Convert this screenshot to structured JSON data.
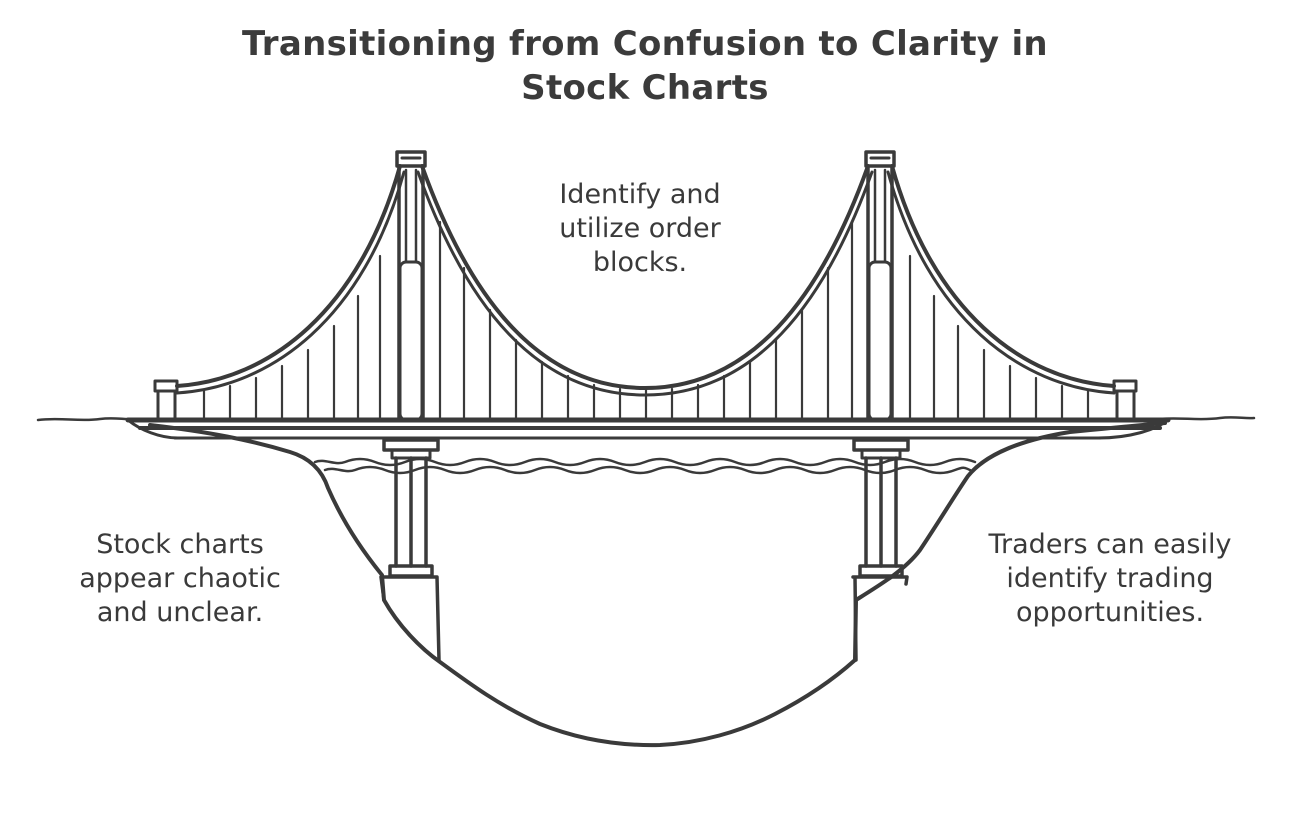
{
  "title": {
    "line1": "Transitioning from Confusion to Clarity in",
    "line2": "Stock Charts"
  },
  "stages": {
    "left": {
      "line1": "Stock charts",
      "line2": "appear chaotic",
      "line3": "and unclear."
    },
    "middle": {
      "line1": "Identify and",
      "line2": "utilize order",
      "line3": "blocks."
    },
    "right": {
      "line1": "Traders can easily",
      "line2": "identify trading",
      "line3": "opportunities."
    }
  },
  "colors": {
    "ink": "#3a3a3a",
    "background": "#ffffff"
  }
}
